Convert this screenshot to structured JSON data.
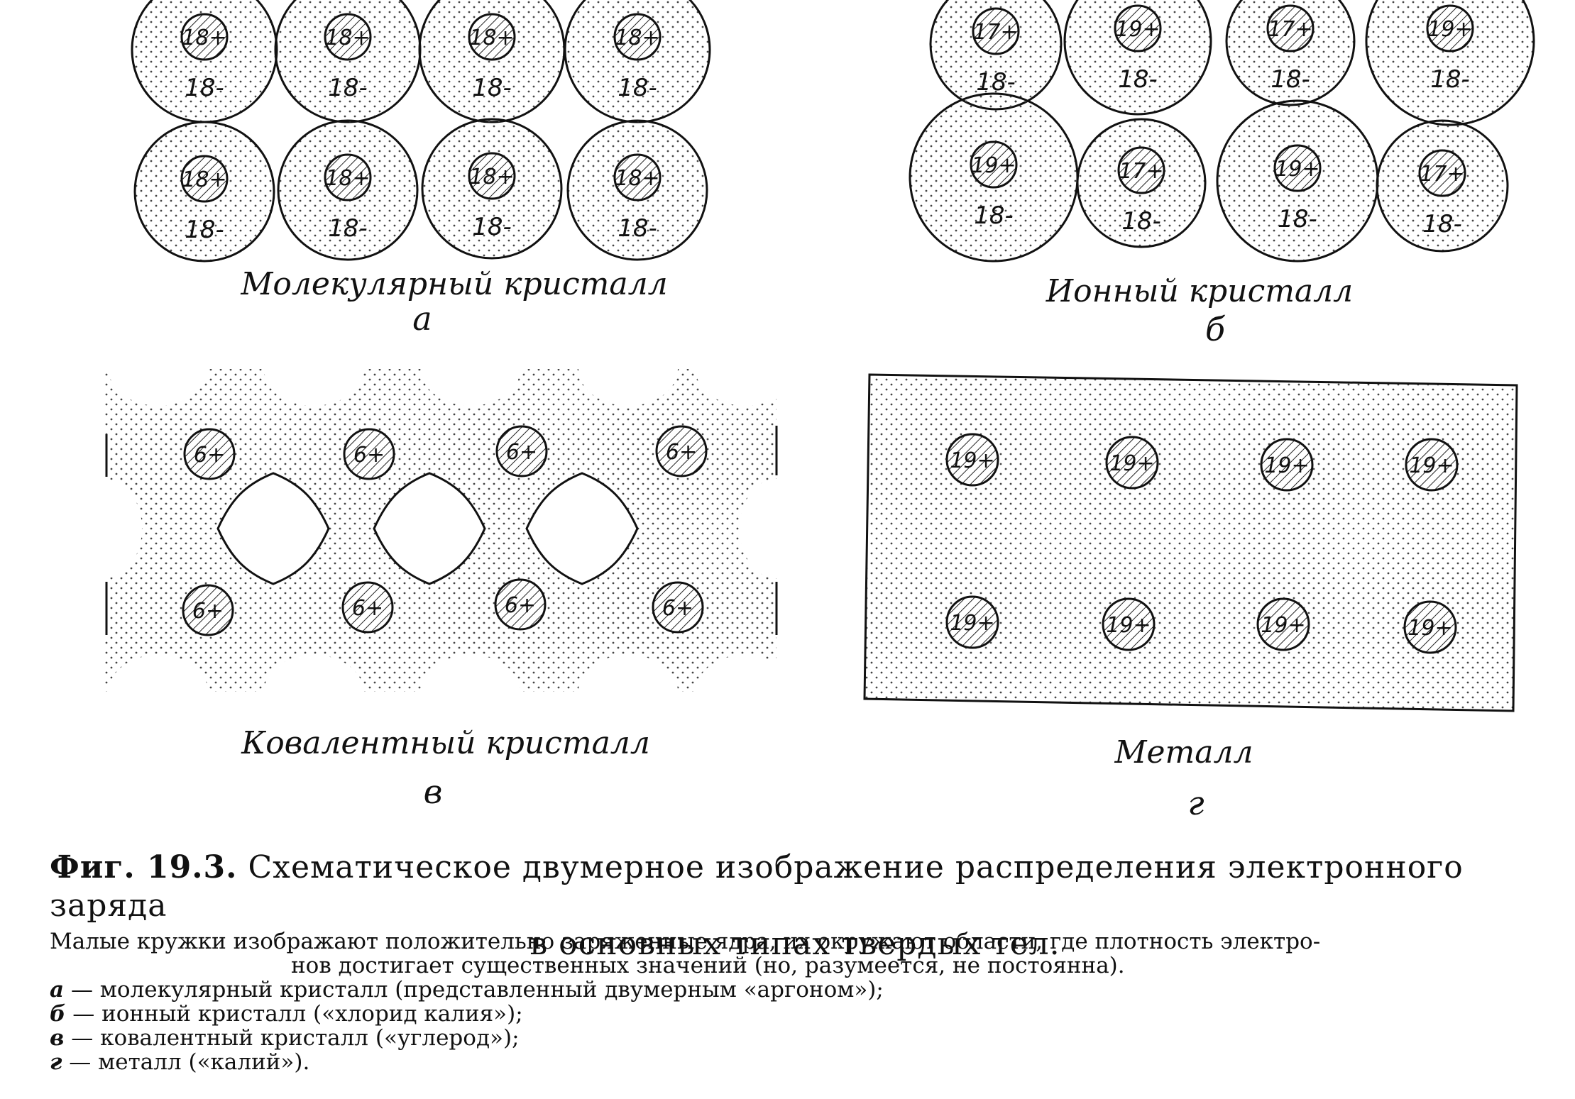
{
  "panels": {
    "a": {
      "title": "Молекулярный кристалл",
      "letter": "а",
      "core": "18+",
      "shell": "18-"
    },
    "b": {
      "title": "Ионный кристалл",
      "letter": "б",
      "core_large": "19+",
      "core_small": "17+",
      "shell": "18-"
    },
    "c": {
      "title": "Ковалентный кристалл",
      "letter": "в",
      "core": "6+"
    },
    "d": {
      "title": "Металл",
      "letter": "г",
      "core": "19+"
    }
  },
  "caption": {
    "figure_number": "Фиг. 19.3.",
    "title_line1": "Схематическое двумерное изображение распределения электронного заряда",
    "title_line2": "в основных типах твердых тел.",
    "body_line1": "Малые кружки изображают положительно заряженные ядра, их окружают области, где плотность электро-",
    "body_line2": "нов достигает существенных значений (но, разумеется, не постоянна).",
    "items": [
      {
        "key": "а",
        "text": " — молекулярный кристалл (представленный двумерным «аргоном»);"
      },
      {
        "key": "б",
        "text": " — ионный кристалл («хлорид калия»);"
      },
      {
        "key": "в",
        "text": " — ковалентный кристалл («углерод»);"
      },
      {
        "key": "г",
        "text": " — металл («калий»)."
      }
    ]
  }
}
